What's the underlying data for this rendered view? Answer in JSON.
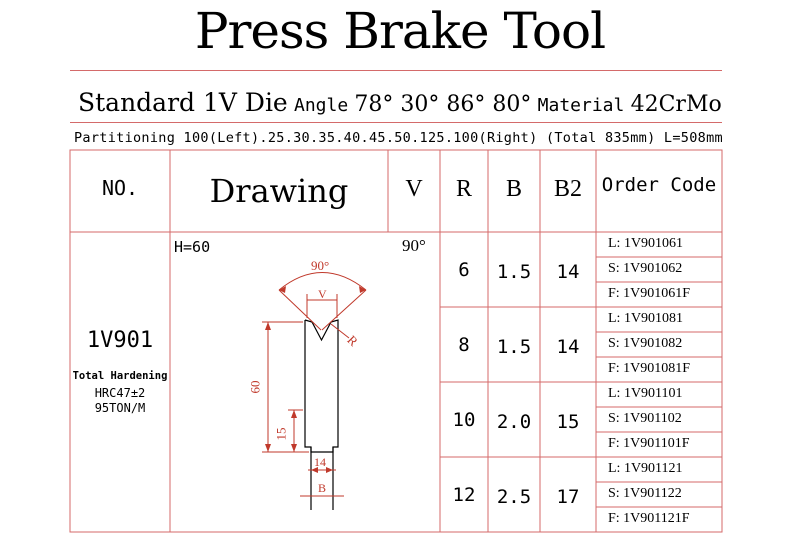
{
  "title": "Press Brake Tool",
  "subtitle": {
    "product": "Standard 1V Die",
    "angle_label": "Angle",
    "angles": "78° 30° 86° 80°",
    "material_label": "Material",
    "material": "42CrMo"
  },
  "partitioning": "Partitioning 100(Left).25.30.35.40.45.50.125.100(Right) (Total 835mm) L=508mm",
  "headers": {
    "no": "NO.",
    "drawing": "Drawing",
    "v": "V",
    "r": "R",
    "b": "B",
    "b2": "B2",
    "order_code": "Order Code"
  },
  "product": {
    "model": "1V901",
    "hardening": "Total Hardening",
    "hardness": "HRC47±2",
    "capacity": "95TON/M",
    "height": "H=60",
    "angle": "90°"
  },
  "drawing_labels": {
    "angle": "90°",
    "v": "V",
    "r": "R",
    "height": "60",
    "lower_height": "15",
    "neck": "14",
    "b": "B"
  },
  "rows": [
    {
      "r": "6",
      "b": "1.5",
      "b2": "14",
      "codes": [
        "L: 1V901061",
        "S: 1V901062",
        "F: 1V901061F"
      ]
    },
    {
      "r": "8",
      "b": "1.5",
      "b2": "14",
      "codes": [
        "L: 1V901081",
        "S: 1V901082",
        "F: 1V901081F"
      ]
    },
    {
      "r": "10",
      "b": "2.0",
      "b2": "15",
      "codes": [
        "L: 1V901101",
        "S: 1V901102",
        "F: 1V901101F"
      ]
    },
    {
      "r": "12",
      "b": "2.5",
      "b2": "17",
      "codes": [
        "L: 1V901121",
        "S: 1V901122",
        "F: 1V901121F"
      ]
    }
  ],
  "colors": {
    "grid": "#d46a6a",
    "dim": "#c0392b",
    "text": "#000000"
  }
}
